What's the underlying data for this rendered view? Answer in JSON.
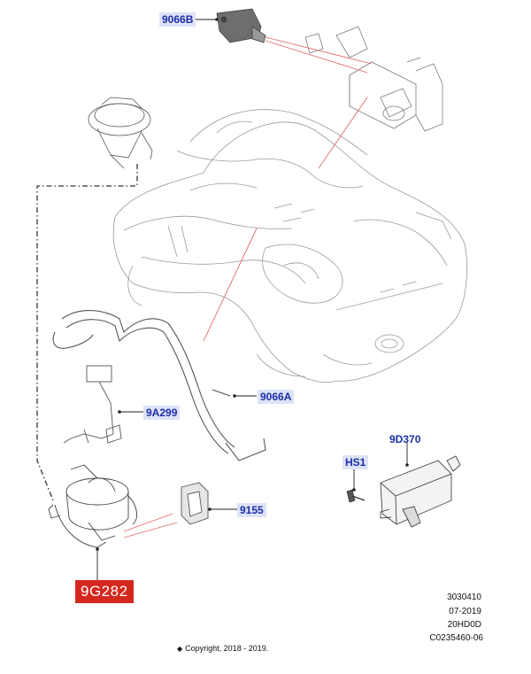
{
  "callouts": {
    "part_9066B": "9066B",
    "part_9066A": "9066A",
    "part_9A299": "9A299",
    "part_9155": "9155",
    "part_9D370": "9D370",
    "part_HS1": "HS1",
    "part_9G282": "9G282"
  },
  "highlight_color": "#d4281e",
  "callout_color": "#1a2ea8",
  "leader_color": "#e06b6b",
  "meta": {
    "code": "3030410",
    "date": "07-2019",
    "model": "20HD0D",
    "ref": "C0235460-06"
  },
  "footer": {
    "copyright": "Copyright, 2018 - 2019."
  }
}
